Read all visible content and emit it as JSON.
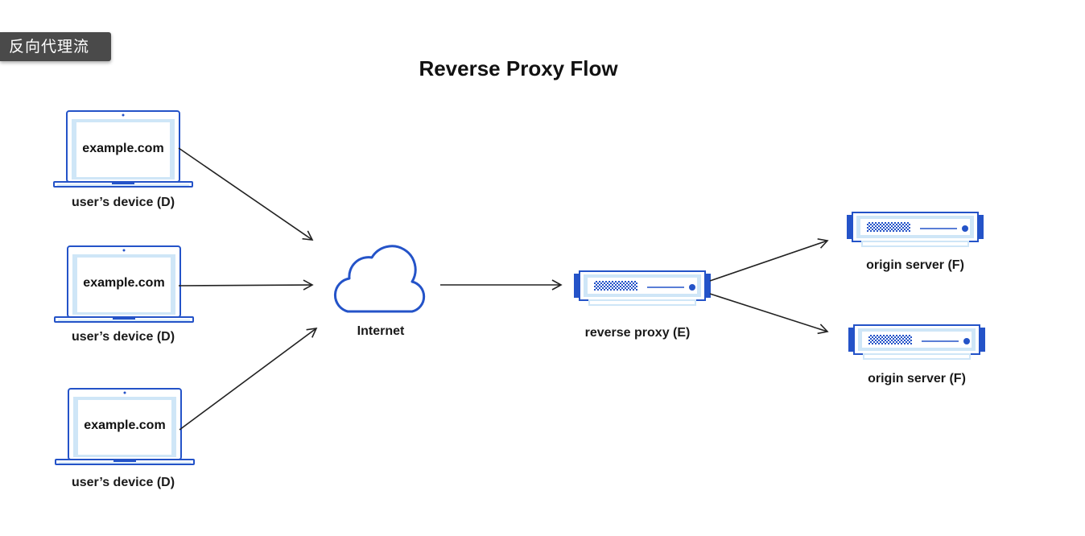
{
  "tag": {
    "text": "反向代理流"
  },
  "title": "Reverse Proxy Flow",
  "devices": [
    {
      "screen_text": "example.com",
      "label": "user’s device (D)"
    },
    {
      "screen_text": "example.com",
      "label": "user’s device (D)"
    },
    {
      "screen_text": "example.com",
      "label": "user’s device (D)"
    }
  ],
  "internet": {
    "label": "Internet"
  },
  "proxy": {
    "label": "reverse proxy (E)"
  },
  "origins": [
    {
      "label": "origin server (F)"
    },
    {
      "label": "origin server (F)"
    }
  ],
  "colors": {
    "accent": "#2453c8",
    "screen_fill": "#cfe6f7",
    "line": "#222222"
  }
}
